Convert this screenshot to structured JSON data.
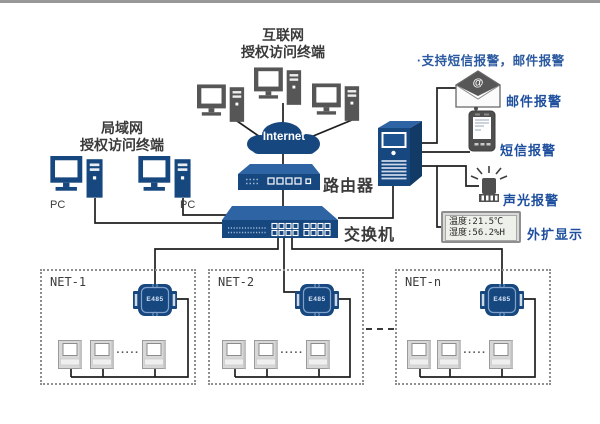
{
  "top_group": {
    "title_line1": "互联网",
    "title_line2": "授权访问终端"
  },
  "internet_label": "Internet",
  "router_label": "路由器",
  "switch_label": "交换机",
  "lan_group": {
    "title_line1": "局域网",
    "title_line2": "授权访问终端",
    "pc_labels": [
      "PC",
      "PC"
    ]
  },
  "note": "·支持短信报警，邮件报警",
  "alarms": {
    "email_label": "邮件报警",
    "email_at": "@",
    "sms_label": "短信报警",
    "sound_light_label": "声光报警",
    "display_label": "外扩显示",
    "display_temp": "温度:21.5℃",
    "display_humidity": "湿度:56.2%H"
  },
  "nets": [
    {
      "name": "NET-1",
      "converter": "E485",
      "ellipsis": "·····"
    },
    {
      "name": "NET-2",
      "converter": "E485",
      "ellipsis": "·····"
    },
    {
      "name": "NET-n",
      "converter": "E485",
      "ellipsis": "·····"
    }
  ],
  "colors": {
    "device_blue": "#17477f",
    "device_blue_dark": "#123a66",
    "label_blue": "#1e4f9e",
    "line_dark": "#1f1f1f",
    "gray_device": "#565656"
  }
}
